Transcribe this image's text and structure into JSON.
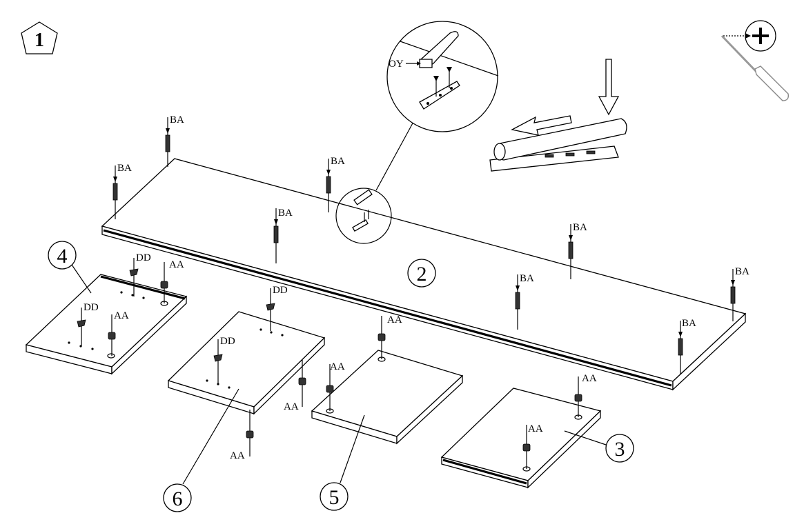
{
  "step": {
    "number": "1"
  },
  "tool": {
    "icon": "phillips-screwdriver-icon"
  },
  "parts": {
    "p2": "2",
    "p3": "3",
    "p4": "4",
    "p5": "5",
    "p6": "6"
  },
  "hardware": {
    "BA": "BA",
    "DD": "DD",
    "AA": "AA",
    "OY": "OY"
  }
}
